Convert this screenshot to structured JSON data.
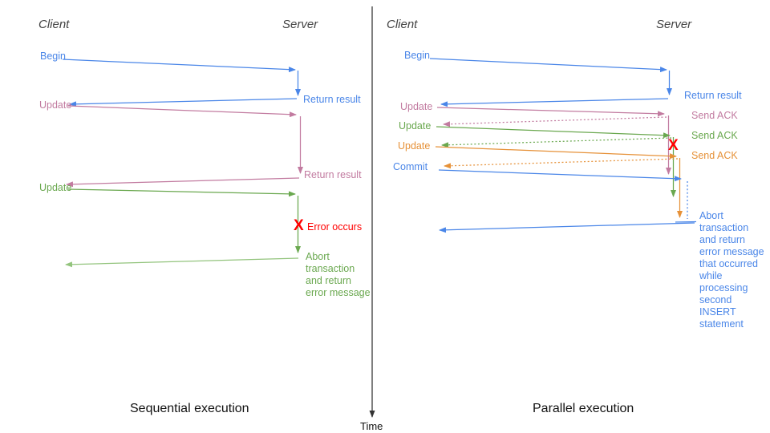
{
  "colors": {
    "blue": "#4a86e8",
    "pink": "#c27ba0",
    "green": "#6aa84f",
    "light_green": "#93c47d",
    "orange": "#e69138",
    "red": "#ff0000",
    "axis": "#333333",
    "heading": "#434343"
  },
  "time_axis": {
    "label": "Time"
  },
  "left": {
    "title": "Sequential execution",
    "client": "Client",
    "server": "Server",
    "labels": {
      "begin": "Begin",
      "update1": "Update",
      "update2": "Update",
      "return1": "Return result",
      "return2": "Return result",
      "error_mark": "X",
      "error": "Error occurs",
      "abort": "Abort\ntransaction\nand return\nerror message"
    }
  },
  "right": {
    "title": "Parallel execution",
    "client": "Client",
    "server": "Server",
    "labels": {
      "begin": "Begin",
      "return1": "Return result",
      "update1": "Update",
      "update2": "Update",
      "update3": "Update",
      "commit": "Commit",
      "ack1": "Send ACK",
      "ack2": "Send ACK",
      "ack3": "Send ACK",
      "error_mark": "X",
      "abort": "Abort\ntransaction\nand return\nerror message\nthat occurred\nwhile\nprocessing\nsecond\nINSERT\nstatement"
    }
  }
}
